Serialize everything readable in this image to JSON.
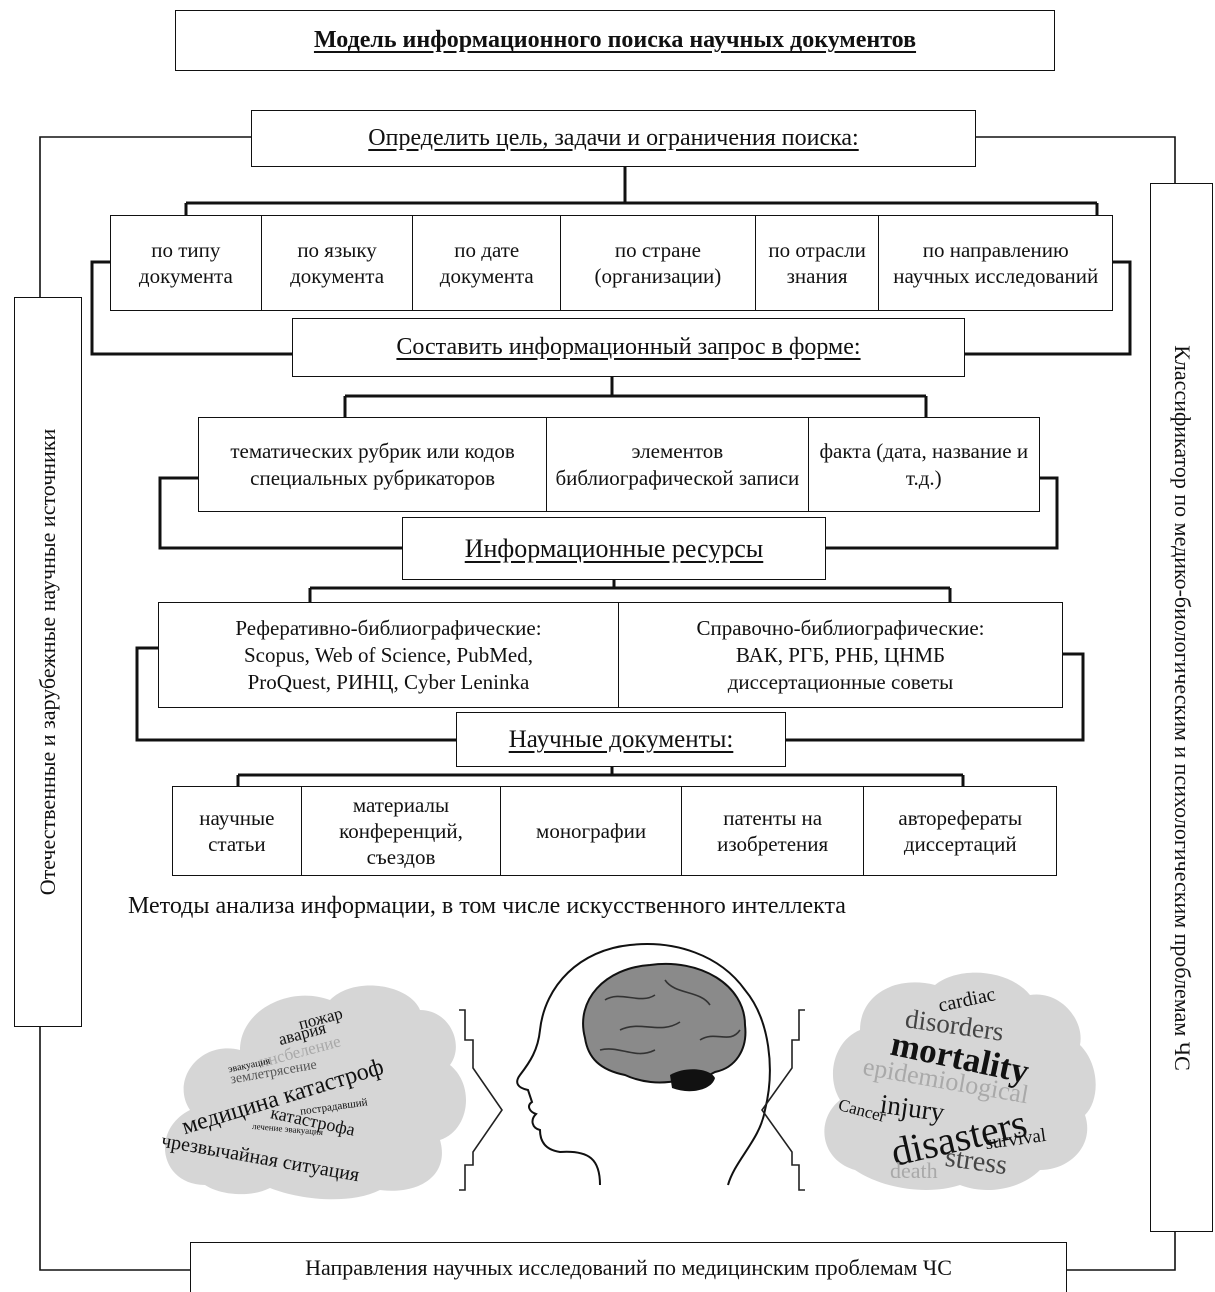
{
  "title": "Модель информационного поиска научных документов",
  "step1": {
    "label": "Определить цель, задачи и ограничения поиска:",
    "items": [
      "по типу документа",
      "по языку документа",
      "по дате документа",
      "по стране (организации)",
      "по отрасли знания",
      "по направлению научных исследований"
    ]
  },
  "step2": {
    "label": "Составить информационный запрос в форме:",
    "items": [
      "тематических рубрик или кодов специальных рубрикаторов",
      "элементов библиографической записи",
      "факта (дата, название и т.д.)"
    ]
  },
  "step3": {
    "label": "Информационные ресурсы",
    "items": [
      {
        "heading": "Реферативно-библиографические:",
        "lines": [
          "Scopus, Web of Science, PubMed,",
          "ProQuest, РИНЦ, Cyber Leninka"
        ]
      },
      {
        "heading": "Справочно-библиографические:",
        "lines": [
          "ВАК, РГБ, РНБ, ЦНМБ",
          "диссертационные советы"
        ]
      }
    ]
  },
  "step4": {
    "label": "Научные документы:",
    "items": [
      "научные статьи",
      "материалы конференций, съездов",
      "монографии",
      "патенты на изобретения",
      "авторефераты диссертаций"
    ]
  },
  "methods": "Методы анализа информации, в том числе искусственного интеллекта",
  "left_side": "Отечественные и зарубежные научные источники",
  "right_side": "Классификатор по медико-биологическим и психологическим проблемам ЧС",
  "bottom": "Направления научных исследований по медицинским проблемам ЧС",
  "cloud_ru": [
    "пожар",
    "авария",
    "инсбеление",
    "эвакуация",
    "землетрясение",
    "медицина катастроф",
    "пострадавший",
    "катастрофа",
    "лечение эвакуация",
    "чрезвычайная ситуация"
  ],
  "cloud_en": [
    "cardiac",
    "disorders",
    "mortality",
    "epidemiological",
    "injury",
    "Cancer",
    "disasters",
    "survival",
    "stress",
    "death"
  ],
  "colors": {
    "line": "#111111",
    "cloud": "#d6d6d6",
    "brain": "#8a8a8a",
    "faded_word": "#a9a9a9"
  }
}
